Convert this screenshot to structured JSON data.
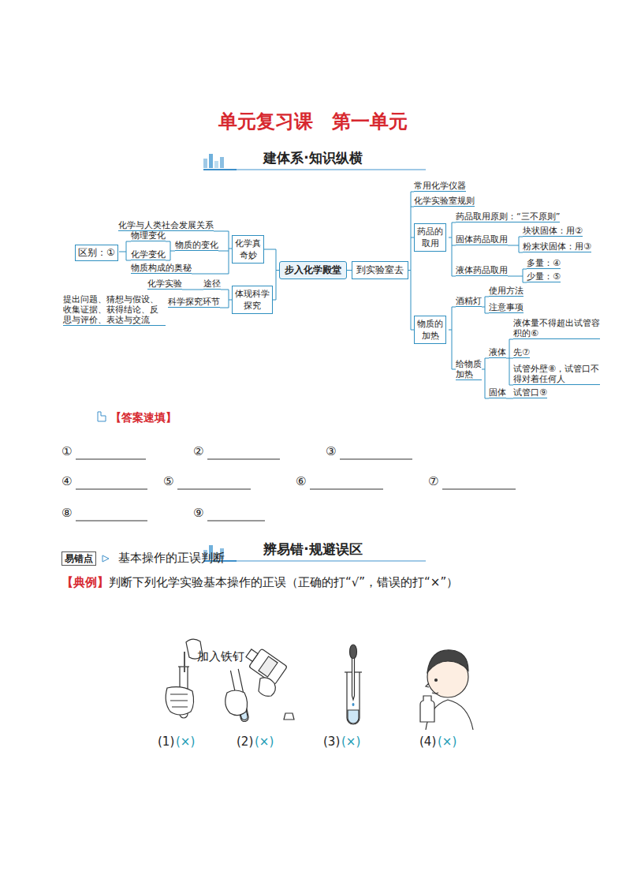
{
  "diagram": {
    "title": "单元复习课　第一单元",
    "nodes": [
      {
        "text": [
          "区别：①"
        ]
      },
      {
        "text": [
          "化学真奇妙"
        ]
      },
      {
        "text": [
          "体现科学探究"
        ]
      },
      {
        "text": [
          "步入化学殿堂"
        ]
      },
      {
        "text": [
          "到实验室去"
        ]
      },
      {
        "text": [
          "药品的取用"
        ]
      },
      {
        "text": [
          "物质的加热"
        ]
      }
    ],
    "edges": [
      {
        "from": 3,
        "to": 1,
        "arrow": "none"
      },
      {
        "from": 3,
        "to": 2,
        "arrow": "none"
      },
      {
        "from": 3,
        "to": 4,
        "arrow": "none"
      },
      {
        "from": 4,
        "to": 5,
        "arrow": "none"
      },
      {
        "from": 4,
        "to": 6,
        "arrow": "none"
      }
    ],
    "labels": [
      "建体系·知识纵横",
      "化学与人类社会发展关系",
      "物理变化",
      "化学变化",
      "物质的变化",
      "物质构成的奥秘",
      "化学实验",
      "途径",
      "提出问题、猜想与假设、收集证据、获得结论、反思与评价、表达与交流",
      "科学探究环节",
      "常用化学仪器",
      "化学实验室规则",
      "药品取用原则：“三不原则”",
      "固体药品取用",
      "块状固体：用②",
      "粉末状固体：用③",
      "液体药品取用",
      "多量：④",
      "少量：⑤",
      "酒精灯",
      "使用方法",
      "注意事项",
      "给物质加热",
      "液体",
      "液体量不得超出试管容积的⑥",
      "先⑦",
      "试管外壁⑧，试管口不得对着任何人",
      "固体",
      "试管口⑨",
      "【答案速填】",
      "①",
      "②",
      "③",
      "④",
      "⑤",
      "⑥",
      "⑦",
      "⑧",
      "⑨",
      "辨易错·规避误区",
      "易错点",
      "基本操作的正误判断",
      "【典例】",
      "判断下列化学实验基本操作的正误（正确的打“√”，错误的打“×”）",
      "加入铁钉",
      "(1)",
      "(×)",
      "(2)",
      "(×)",
      "(3)",
      "(×)",
      "(4)",
      "(×)"
    ]
  }
}
